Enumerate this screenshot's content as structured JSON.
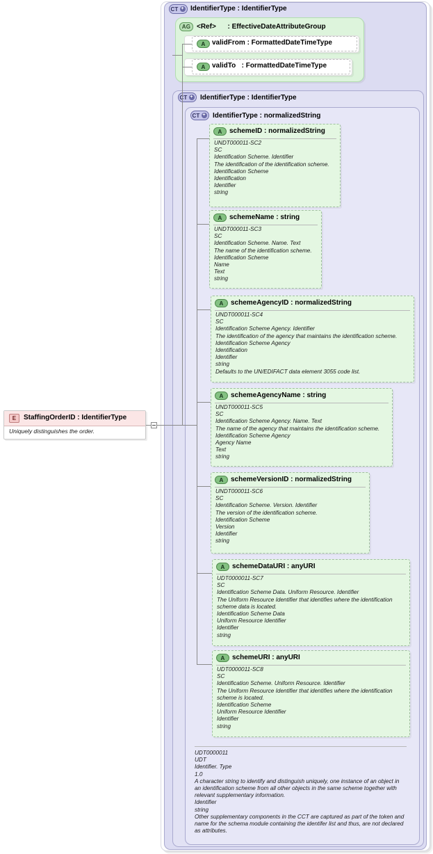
{
  "diagram": {
    "type": "xsd-schema-diagram",
    "element": {
      "badge": "E",
      "title": "StaffingOrderID : IdentifierType",
      "documentation": "Uniquely distinguishes the order."
    },
    "outer_complex_type": {
      "badge": "CT",
      "title": "IdentifierType : IdentifierType"
    },
    "attribute_group": {
      "badge": "AG",
      "title": "<Ref>      : EffectiveDateAttributeGroup",
      "attributes": [
        {
          "badge": "A",
          "title": "validFrom : FormattedDateTimeType"
        },
        {
          "badge": "A",
          "title": "validTo   : FormattedDateTimeType"
        }
      ]
    },
    "second_complex_type": {
      "badge": "CT",
      "title": "IdentifierType : IdentifierType"
    },
    "third_complex_type": {
      "badge": "CT",
      "title": "IdentifierType : normalizedString"
    },
    "attributes": [
      {
        "badge": "A",
        "title": "schemeID : normalizedString",
        "lines": [
          "UNDT000011-SC2",
          "SC",
          "Identification Scheme. Identifier",
          "The identification of the identification scheme.",
          "Identification Scheme",
          "Identification",
          "Identifier",
          "string"
        ]
      },
      {
        "badge": "A",
        "title": "schemeName : string",
        "lines": [
          "UNDT000011-SC3",
          "SC",
          "Identification Scheme. Name. Text",
          "The name of the identification scheme.",
          "Identification Scheme",
          "Name",
          "Text",
          "string"
        ]
      },
      {
        "badge": "A",
        "title": "schemeAgencyID : normalizedString",
        "lines": [
          "UNDT000011-SC4",
          "SC",
          "Identification Scheme Agency. Identifier",
          "The identification of the agency that maintains the identification scheme.",
          "Identification Scheme Agency",
          "Identification",
          "Identifier",
          "string",
          "Defaults to the UN/EDIFACT data element 3055 code list."
        ]
      },
      {
        "badge": "A",
        "title": "schemeAgencyName : string",
        "lines": [
          "UNDT000011-SC5",
          "SC",
          "Identification Scheme Agency. Name. Text",
          "The name of the agency that maintains the identification scheme.",
          "Identification Scheme Agency",
          "Agency Name",
          "Text",
          "string"
        ]
      },
      {
        "badge": "A",
        "title": "schemeVersionID : normalizedString",
        "lines": [
          "UNDT000011-SC6",
          "SC",
          "Identification Scheme. Version. Identifier",
          "The version of the identification scheme.",
          "Identification Scheme",
          "Version",
          "Identifier",
          "string"
        ]
      },
      {
        "badge": "A",
        "title": "schemeDataURI : anyURI",
        "lines": [
          "UDT0000011-SC7",
          "SC",
          "Identification Scheme Data. Uniform Resource. Identifier",
          "The Uniform Resource Identifier that identifies where the identification scheme data is located.",
          "Identification Scheme Data",
          "Uniform Resource Identifier",
          "Identifier",
          "string"
        ]
      },
      {
        "badge": "A",
        "title": "schemeURI : anyURI",
        "lines": [
          "UDT0000011-SC8",
          "SC",
          "Identification Scheme. Uniform Resource. Identifier",
          "The Uniform Resource Identifier that identifies where the identification scheme is located.",
          "Identification Scheme",
          "Uniform Resource Identifier",
          "Identifier",
          "string"
        ]
      }
    ],
    "type_documentation": {
      "lines": [
        "UDT0000011",
        "UDT",
        "Identifier. Type",
        "1.0",
        "A character string to identify and distinguish uniquely, one instance of an object in an identification scheme from all other objects in the same scheme together with relevant supplementary information.",
        "Identifier",
        "string",
        "Other supplementary components in the CCT are captured as part of the token and name for the schema module containing the identifer list and thus, are not declared as attributes."
      ]
    },
    "colors": {
      "complex_type_fill": "#dcdcf2",
      "attribute_group_fill": "#ddf4dc",
      "attribute_fill": "#e4f7e2",
      "element_header_fill": "#fbe6e6",
      "connector": "#8a8a8a"
    }
  }
}
